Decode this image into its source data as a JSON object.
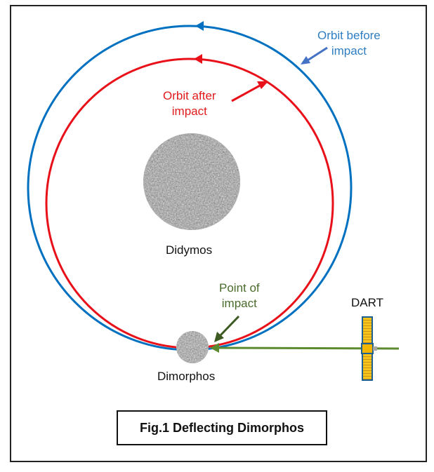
{
  "figure": {
    "caption": "Fig.1 Deflecting Dimorphos"
  },
  "labels": {
    "orbit_before": [
      "Orbit before",
      "impact"
    ],
    "orbit_after": [
      "Orbit after",
      "impact"
    ],
    "didymos": "Didymos",
    "dimorphos": "Dimorphos",
    "point_of_impact": [
      "Point of",
      "impact"
    ],
    "dart": "DART"
  },
  "colors": {
    "orbit_before": "#0070c0",
    "orbit_after": "#e8111a",
    "orbit_before_label": "#2f7ec2",
    "orbit_after_label": "#e01b1b",
    "point_of_impact_label": "#4a6b2a",
    "dart_trajectory": "#5c8a2e",
    "dart_panel": "#f5c518",
    "dart_panel_border": "#1f5f8f"
  }
}
